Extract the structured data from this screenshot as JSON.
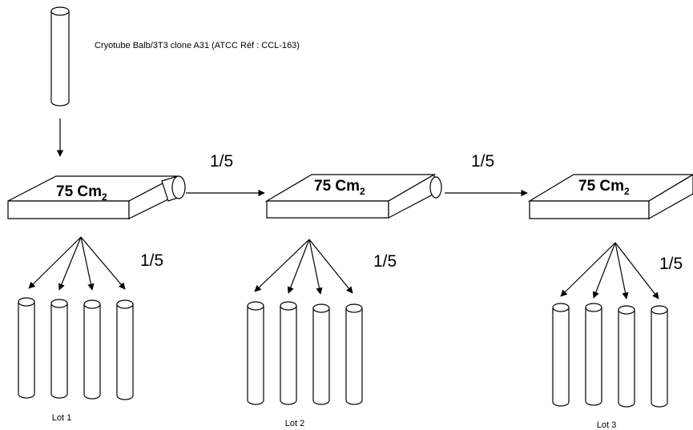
{
  "cryotube": {
    "label": "Cryotube Balb/3T3 clone A31 (ATCC Réf : CCL-163)"
  },
  "flasks": [
    {
      "area_main": "75 Cm",
      "area_sub": "2",
      "transfer_ratio": "1/5",
      "aliquot_ratio": "1/5",
      "lot": "Lot 1",
      "tube_count": 4
    },
    {
      "area_main": "75 Cm",
      "area_sub": "2",
      "transfer_ratio": "1/5",
      "aliquot_ratio": "1/5",
      "lot": "Lot 2",
      "tube_count": 4
    },
    {
      "area_main": "75 Cm",
      "area_sub": "2",
      "aliquot_ratio": "1/5",
      "lot": "Lot 3",
      "tube_count": 4
    }
  ]
}
